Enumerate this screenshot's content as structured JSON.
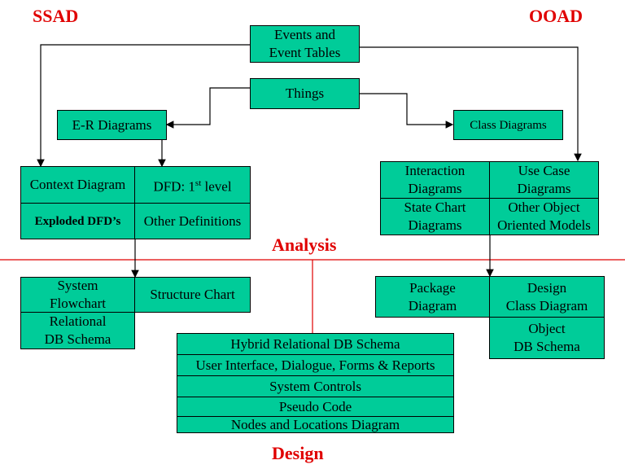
{
  "headers": {
    "left": "SSAD",
    "right": "OOAD"
  },
  "phases": {
    "analysis": "Analysis",
    "design": "Design"
  },
  "top": {
    "events_line1": "Events and",
    "events_line2": "Event Tables",
    "things": "Things",
    "er_diagrams": "E-R Diagrams",
    "class_diagrams": "Class Diagrams"
  },
  "ssad_analysis": {
    "context_diagram": "Context Diagram",
    "dfd_prefix": "DFD: 1",
    "dfd_sup": "st",
    "dfd_suffix": " level",
    "exploded_dfds": "Exploded DFD’s",
    "other_definitions": "Other Definitions"
  },
  "ooad_analysis": {
    "interaction_line1": "Interaction",
    "interaction_line2": "Diagrams",
    "use_case_line1": "Use Case",
    "use_case_line2": "Diagrams",
    "state_chart_line1": "State Chart",
    "state_chart_line2": "Diagrams",
    "other_object_line1": "Other Object",
    "other_object_line2": "Oriented Models"
  },
  "ssad_design": {
    "system_flowchart_line1": "System",
    "system_flowchart_line2": "Flowchart",
    "structure_chart": "Structure Chart",
    "relational_line1": "Relational",
    "relational_line2": "DB Schema"
  },
  "ooad_design": {
    "package_line1": "Package",
    "package_line2": "Diagram",
    "design_class_line1": "Design",
    "design_class_line2": "Class Diagram",
    "object_db_line1": "Object",
    "object_db_line2": "DB Schema"
  },
  "shared_design": [
    "Hybrid Relational DB Schema",
    "User Interface, Dialogue, Forms & Reports",
    "System Controls",
    "Pseudo Code",
    "Nodes and Locations Diagram"
  ],
  "colors": {
    "box_fill": "#00cc99",
    "accent_red": "#e00000"
  }
}
